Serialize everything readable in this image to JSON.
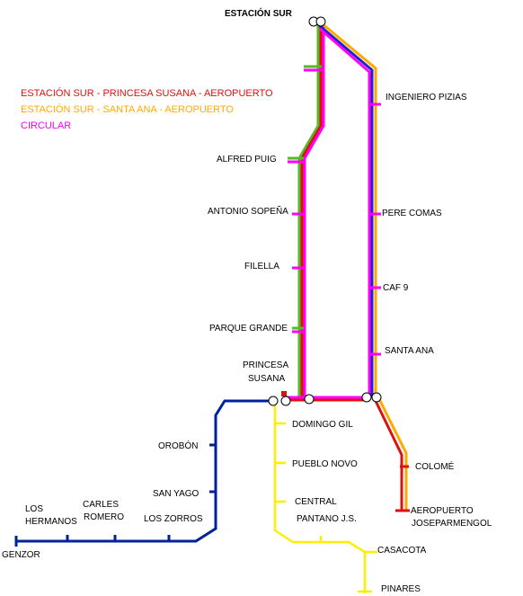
{
  "colors": {
    "green": "#55bb22",
    "magenta": "#ff00ff",
    "blue": "#2222cc",
    "orange": "#ffaa00",
    "red": "#dd1111",
    "navy": "#002299",
    "yellow": "#ffee00"
  },
  "title": "ESTACIÓN SUR",
  "legend": [
    {
      "text": "ESTACIÓN SUR - PRINCESA SUSANA - AEROPUERTO",
      "color": "#dd1111"
    },
    {
      "text": "ESTACIÓN SUR - SANTA ANA - AEROPUERTO",
      "color": "#ffaa00"
    },
    {
      "text": "CIRCULAR",
      "color": "#ff00ff"
    }
  ],
  "stations": {
    "alfred_puig": "ALFRED PUIG",
    "antonio_sopena": "ANTONIO SOPEÑA",
    "filella": "FILELLA",
    "parque_grande": "PARQUE GRANDE",
    "princesa_1": "PRINCESA",
    "princesa_2": "SUSANA",
    "ingeniero_pizias": "INGENIERO PIZIAS",
    "pere_comas": "PERE COMAS",
    "caf9": "CAF 9",
    "santa_ana": "SANTA ANA",
    "colome": "COLOMÉ",
    "aeropuerto_1": "AEROPUERTO",
    "aeropuerto_2": "JOSEPARMENGOL",
    "domingo_gil": "DOMINGO GIL",
    "pueblo_novo": "PUEBLO NOVO",
    "central": "CENTRAL",
    "pantano": "PANTANO J.S.",
    "casacota": "CASACOTA",
    "pinares": "PINARES",
    "orobon": "OROBÓN",
    "san_yago": "SAN YAGO",
    "los_zorros": "LOS ZORROS",
    "carles_1": "CARLES",
    "carles_2": "ROMERO",
    "hermanos_1": "LOS",
    "hermanos_2": "HERMANOS",
    "genzor": "GENZOR"
  }
}
